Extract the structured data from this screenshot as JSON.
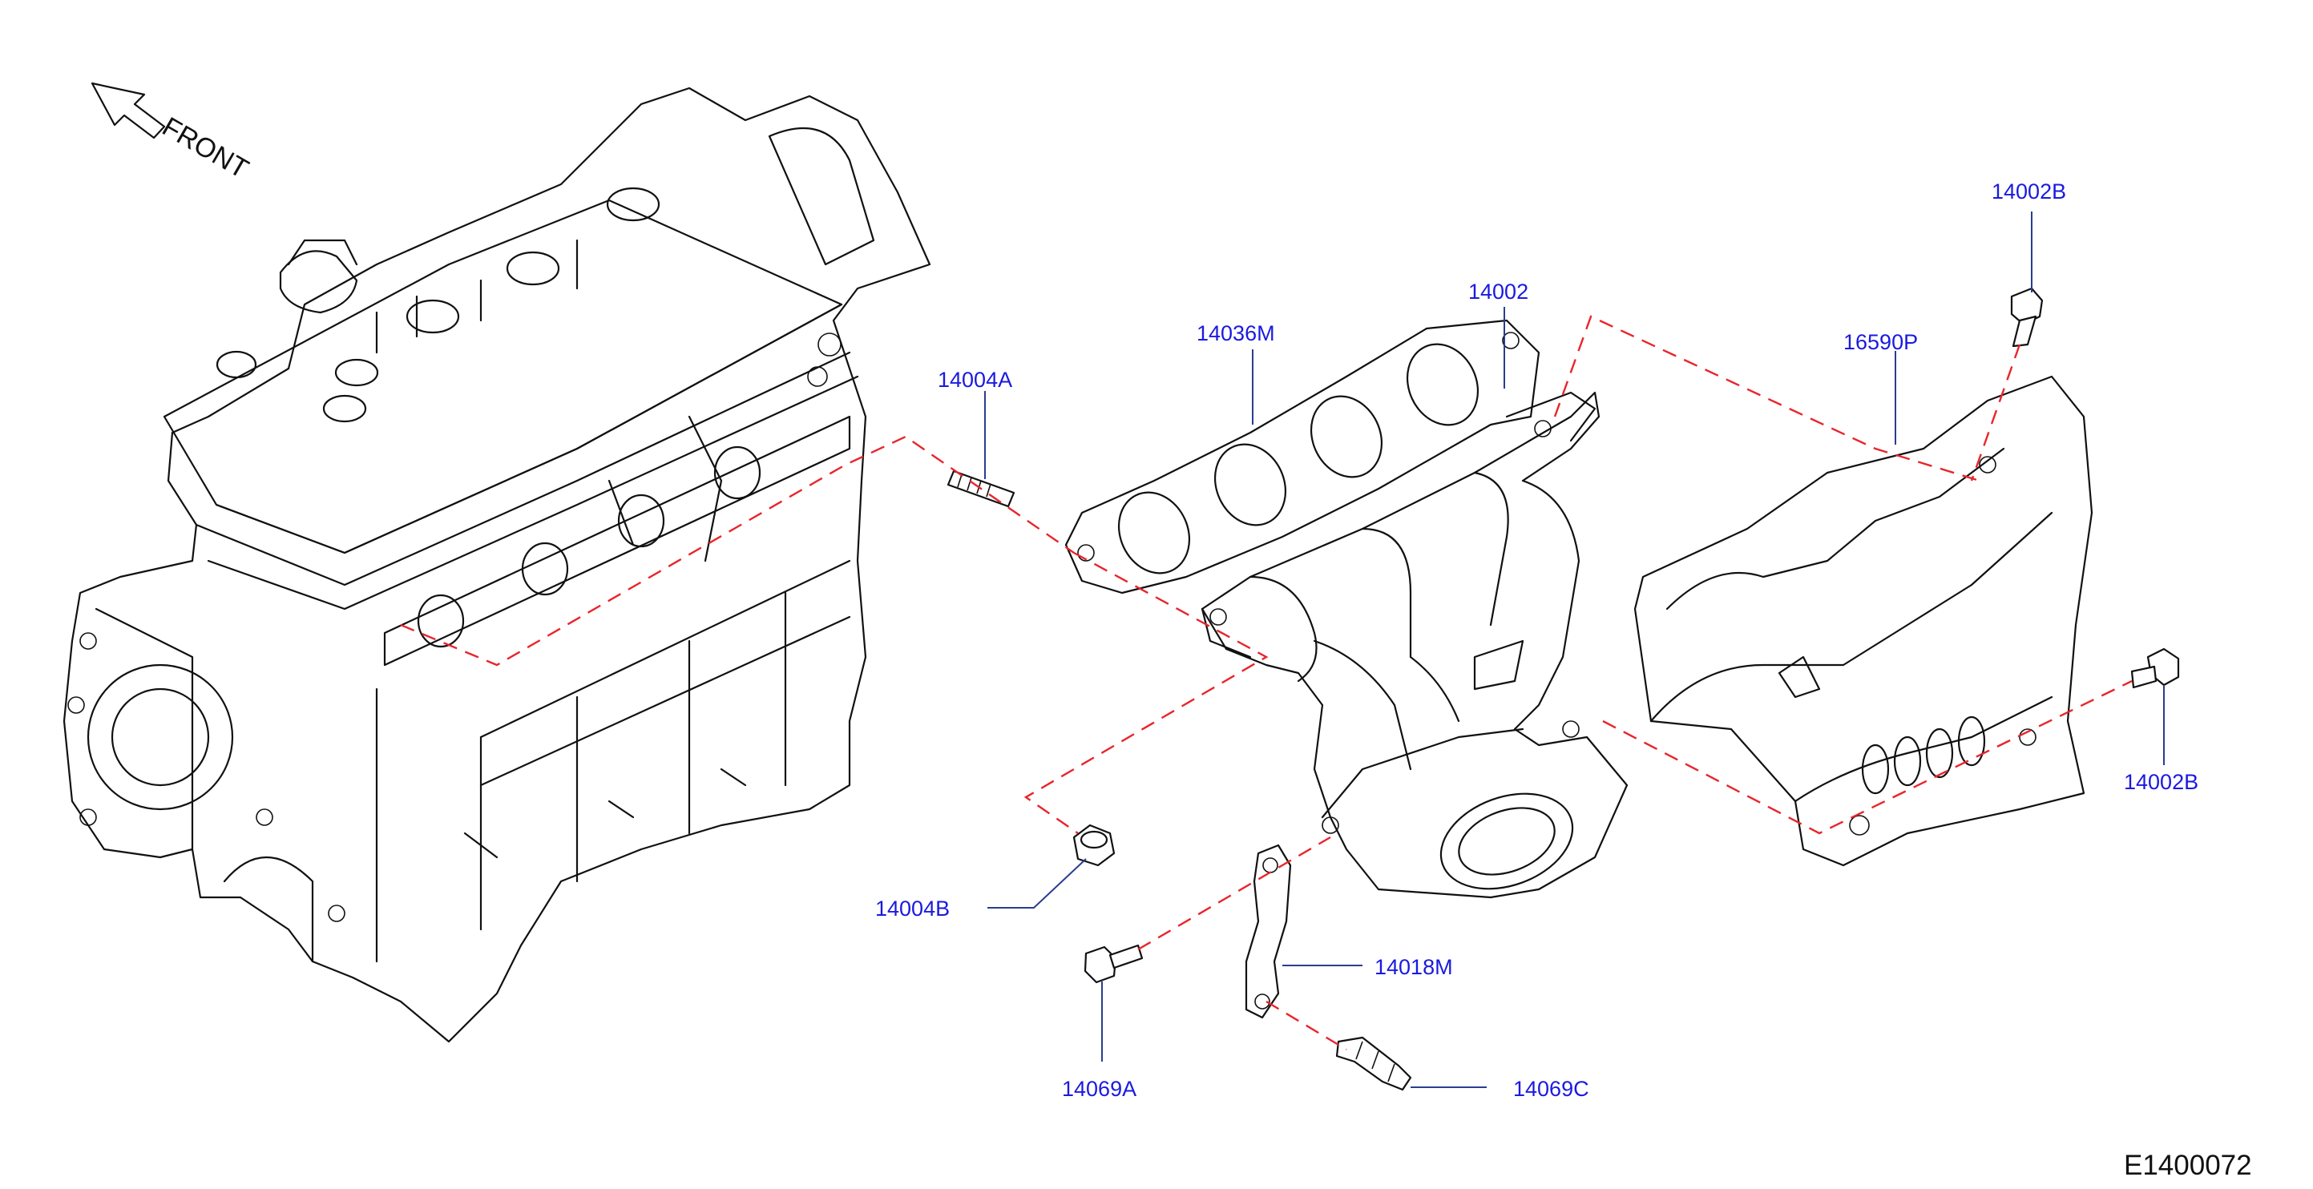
{
  "direction": {
    "label": "FRONT",
    "icon": "front-arrow-icon"
  },
  "diagram_code": "E1400072",
  "callouts": {
    "stud_a": "14004A",
    "nut_b": "14004B",
    "gasket": "14036M",
    "manifold": "14002",
    "cover": "16590P",
    "bolt_top": "14002B",
    "bolt_right": "14002B",
    "bracket": "14018M",
    "bolt_a": "14069A",
    "stud_c": "14069C"
  },
  "colors": {
    "callout_text": "#1a1ae0",
    "leader": "#2a3d8f",
    "assembly_dash": "#e8252b",
    "linework": "#111111"
  }
}
